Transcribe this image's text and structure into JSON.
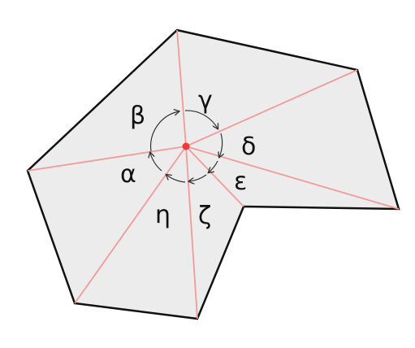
{
  "diagram": {
    "angle_labels": {
      "alpha": "α",
      "beta": "β",
      "gamma": "γ",
      "delta": "δ",
      "epsilon": "ε",
      "zeta": "ζ",
      "eta": "η"
    },
    "colors": {
      "polygon_fill": "#ececec",
      "polygon_stroke": "#111111",
      "ray_color": "#f29a9a",
      "center_point": "#f03a3a",
      "arrow_color": "#333333"
    }
  }
}
